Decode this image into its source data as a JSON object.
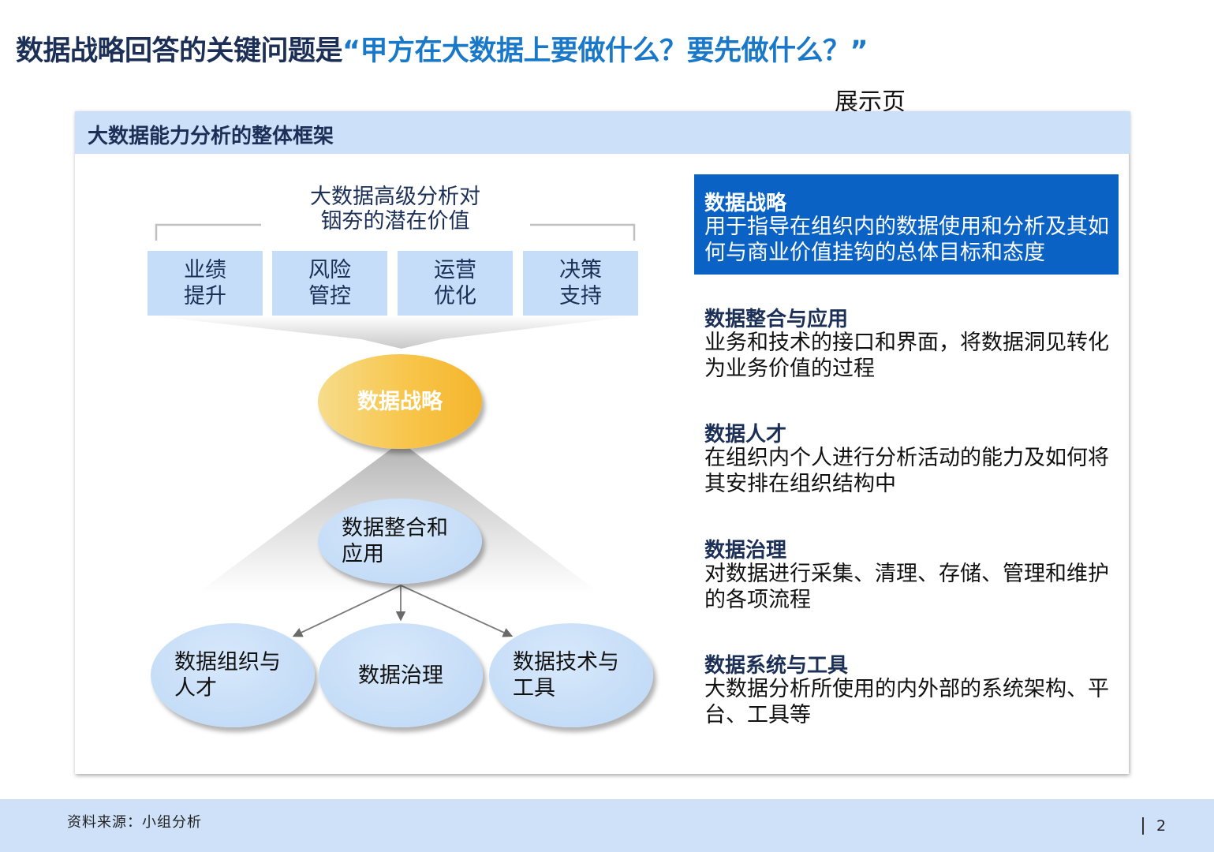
{
  "title": {
    "prefix": "数据战略回答的关键问题是",
    "highlight": "“甲方在大数据上要做什么？要先做什么？”"
  },
  "tag": "展示页",
  "panel": {
    "title": "大数据能力分析的整体框架"
  },
  "diagram": {
    "value_label": "大数据高级分析对\n铟夯的潜在价值",
    "value_boxes": [
      "业绩\n提升",
      "风险\n管控",
      "运营\n优化",
      "决策\n支持"
    ],
    "core": "数据战略",
    "integration": "数据整合和\n应用",
    "bottom": [
      "数据组织与\n人才",
      "数据治理",
      "数据技术与\n工具"
    ]
  },
  "descriptions": [
    {
      "title": "数据战略",
      "text": "用于指导在组织内的数据使用和分析及其如何与商业价值挂钩的总体目标和态度"
    },
    {
      "title": "数据整合与应用",
      "text": "业务和技术的接口和界面，将数据洞见转化为业务价值的过程"
    },
    {
      "title": "数据人才",
      "text": "在组织内个人进行分析活动的能力及如何将其安排在组织结构中"
    },
    {
      "title": "数据治理",
      "text": "对数据进行采集、清理、存储、管理和维护的各项流程"
    },
    {
      "title": "数据系统与工具",
      "text": "大数据分析所使用的内外部的系统架构、平台、工具等"
    }
  ],
  "footer": {
    "source": "资料来源：小组分析",
    "page": "2"
  },
  "colors": {
    "title_dark": "#1b2f57",
    "title_highlight": "#1a78c8",
    "header_bg": "#cce0fa",
    "strategy_bg": "#0a62c5",
    "gold": "#f8c54a",
    "light_blue": "#c5ddf8"
  }
}
